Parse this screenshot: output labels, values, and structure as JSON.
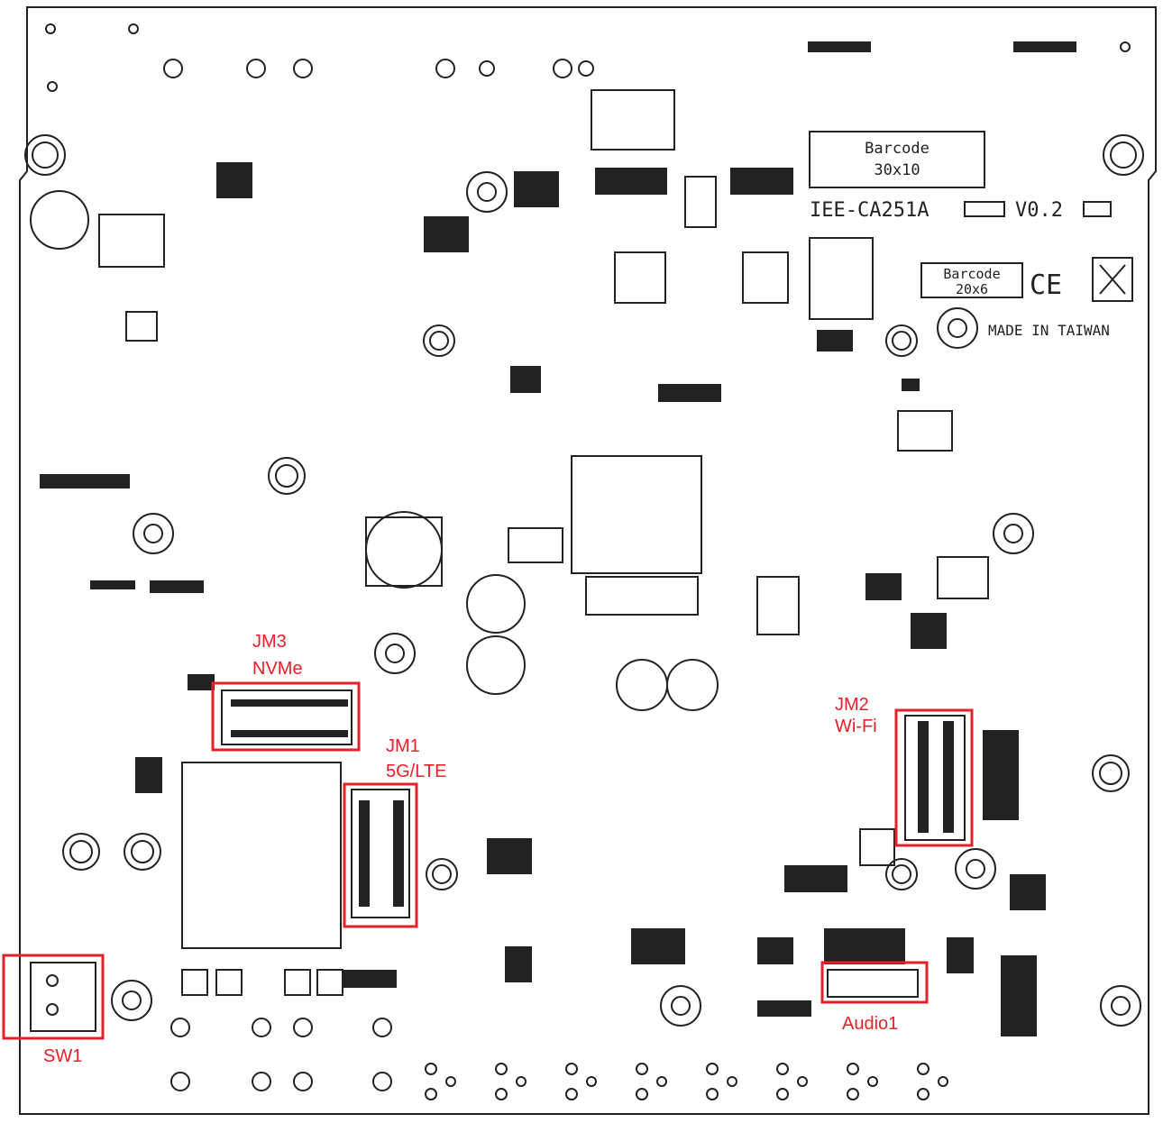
{
  "board": {
    "model": "IEE-CA251A",
    "version": "V0.2",
    "barcode_large": {
      "line1": "Barcode",
      "line2": "30x10"
    },
    "barcode_small": {
      "line1": "Barcode",
      "line2": "20x6"
    },
    "ce_mark": "CE",
    "origin": "MADE IN TAIWAN"
  },
  "callouts": {
    "jm3": {
      "name": "JM3",
      "type": "NVMe"
    },
    "jm1": {
      "name": "JM1",
      "type": "5G/LTE"
    },
    "jm2": {
      "name": "JM2",
      "type": "Wi-Fi"
    },
    "sw1": {
      "name": "SW1"
    },
    "audio1": {
      "name": "Audio1"
    }
  },
  "colors": {
    "callout": "#e8202a",
    "silkscreen": "#222222",
    "board": "#ffffff"
  }
}
